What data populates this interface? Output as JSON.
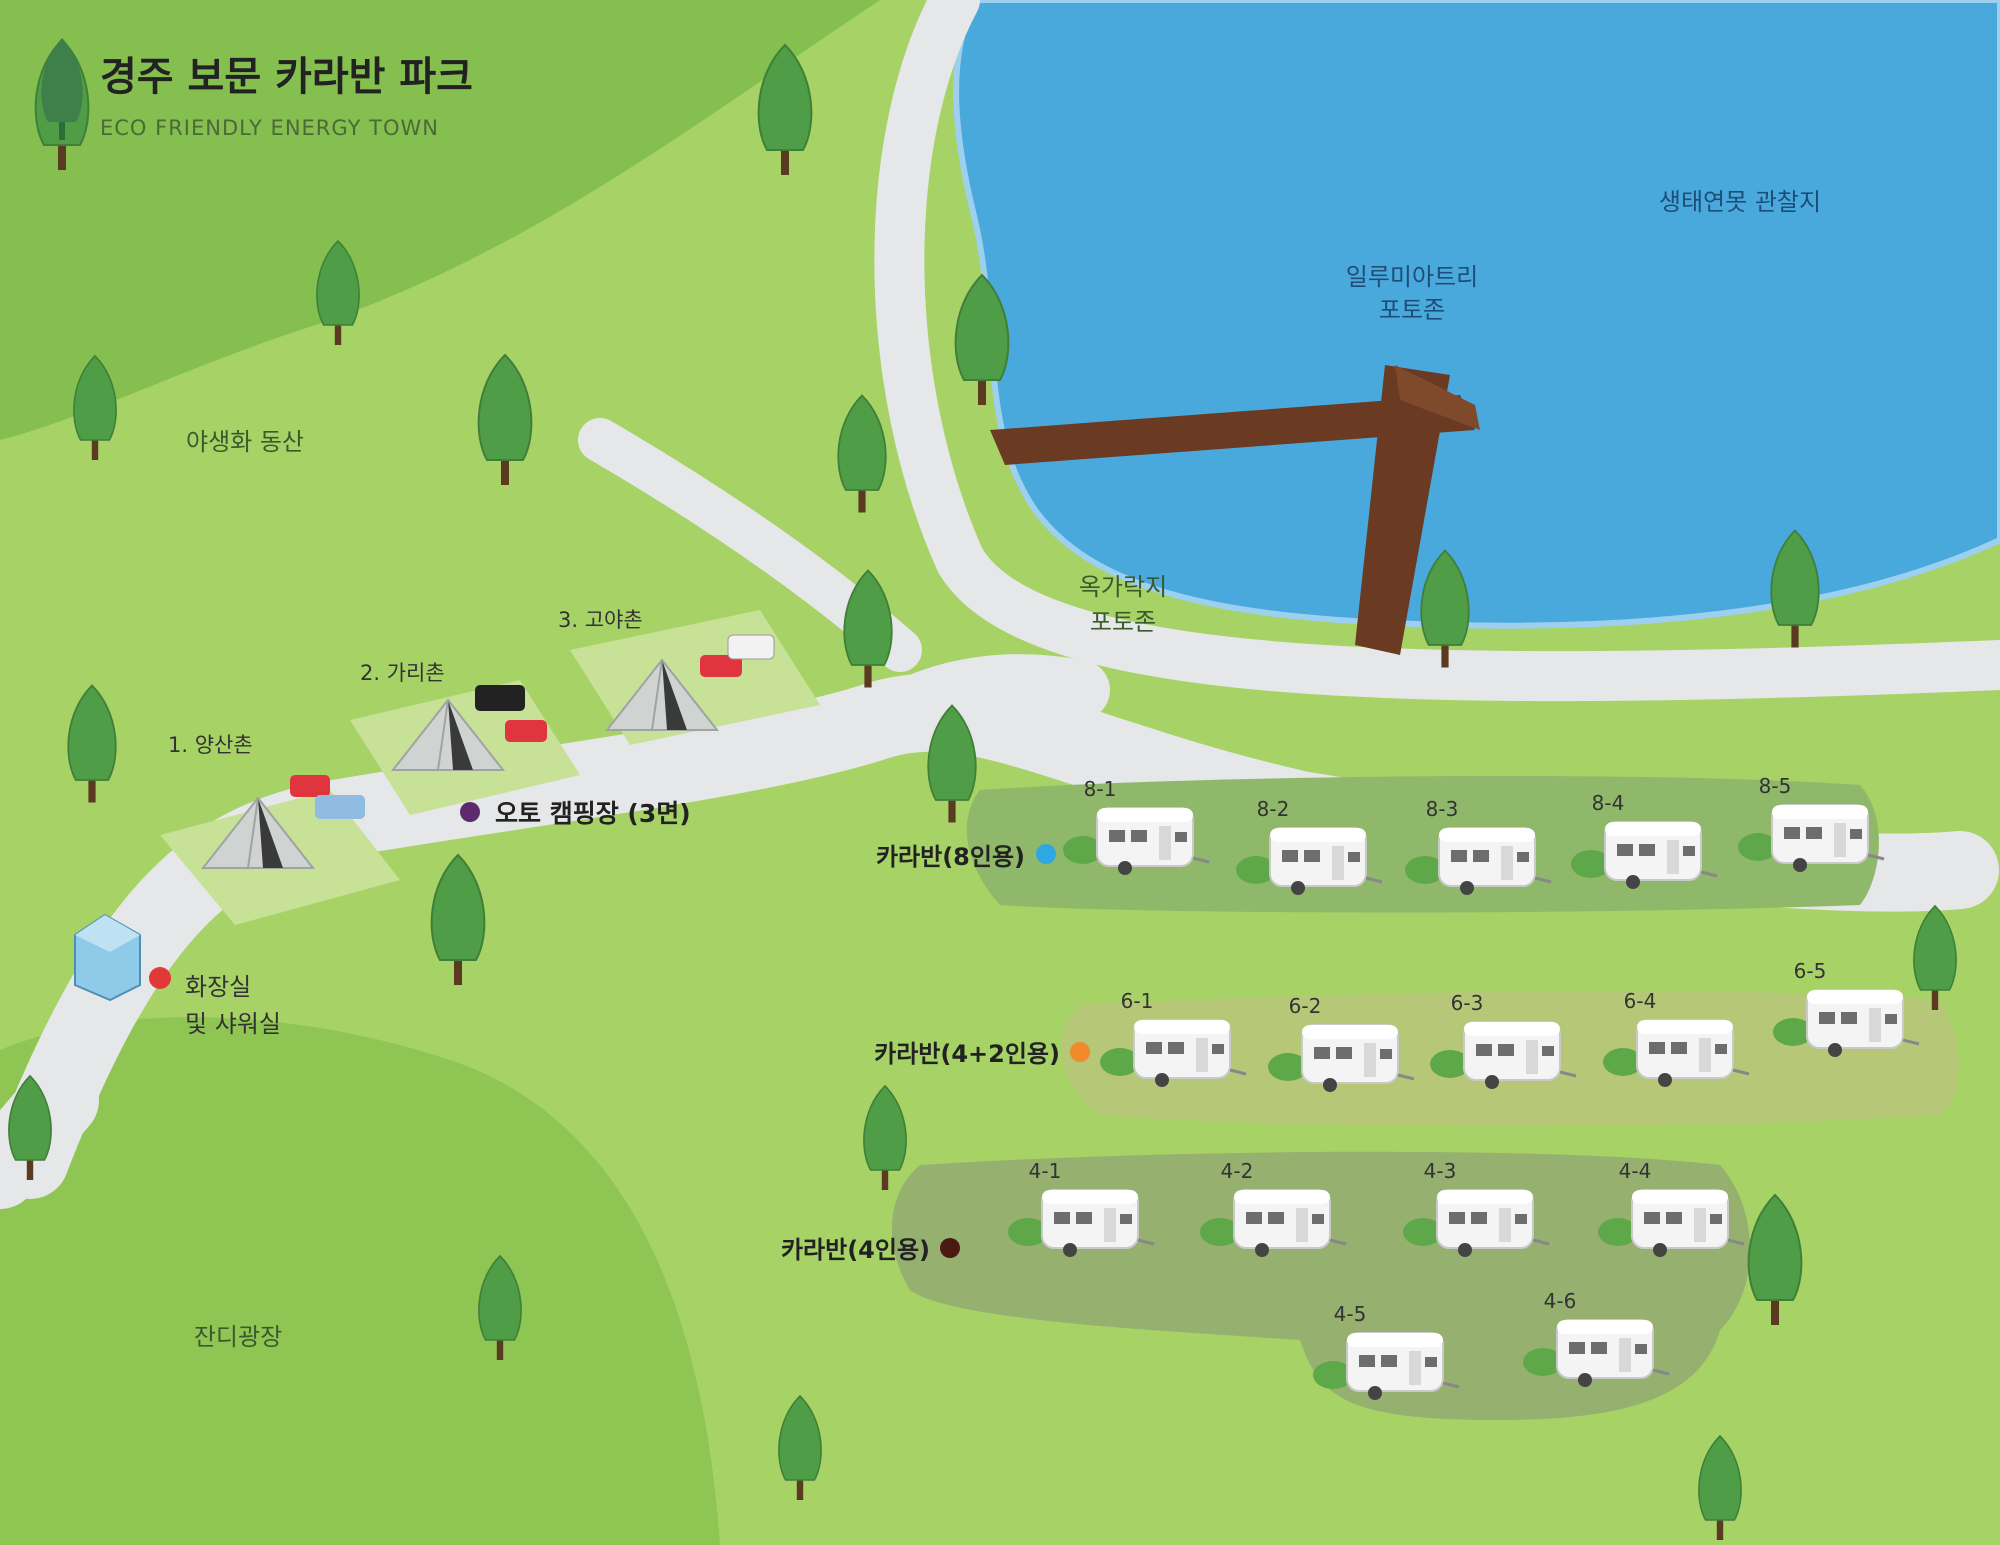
{
  "header": {
    "title": "경주 보문 카라반 파크",
    "subtitle": "ECO FRIENDLY ENERGY TOWN"
  },
  "areas": {
    "wildflower_hill": "야생화 동산",
    "lawn_plaza": "잔디광장",
    "eco_pond": "생태연못 관찰지",
    "illumination_line1": "일루미아트리",
    "illumination_line2": "포토존",
    "rooftop_line1": "옥가락지",
    "rooftop_line2": "포토존",
    "restroom_line1": "화장실",
    "restroom_line2": "및 샤워실"
  },
  "camping": {
    "label": "오토 캠핑장 (3면)",
    "color": "#5e2a6e",
    "sites": [
      "1. 양산촌",
      "2. 가리촌",
      "3. 고야촌"
    ]
  },
  "caravan_groups": {
    "eight": {
      "label": "카라반(8인용)",
      "color": "#2da8e0",
      "units": [
        "8-1",
        "8-2",
        "8-3",
        "8-4",
        "8-5"
      ]
    },
    "six": {
      "label": "카라반(4+2인용)",
      "color": "#f08a2a",
      "units": [
        "6-1",
        "6-2",
        "6-3",
        "6-4",
        "6-5"
      ]
    },
    "four": {
      "label": "카라반(4인용)",
      "color": "#4a1a12",
      "units": [
        "4-1",
        "4-2",
        "4-3",
        "4-4",
        "4-5",
        "4-6"
      ]
    }
  },
  "restroom": {
    "color": "#e23838"
  },
  "colors": {
    "grass": "#a6d266",
    "dark_grass": "#84bf4f",
    "road": "#e6e7e8",
    "water": "#4aa9dc",
    "deck": "#6b3a22"
  }
}
